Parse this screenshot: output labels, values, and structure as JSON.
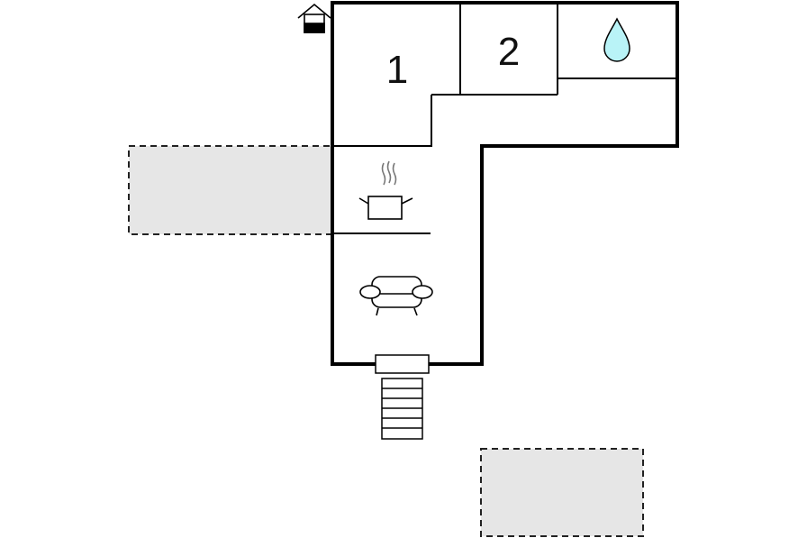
{
  "floorplan": {
    "rooms": [
      {
        "id": "bedroom-1",
        "label": "1"
      },
      {
        "id": "bedroom-2",
        "label": "2"
      },
      {
        "id": "bathroom",
        "icon": "water-drop-icon"
      },
      {
        "id": "kitchen",
        "icon": "cooking-pot-icon"
      },
      {
        "id": "living-room",
        "icon": "sofa-icon"
      }
    ],
    "symbols": {
      "house_icon": "house-icon",
      "entrance_stairs": "stairs-icon"
    },
    "outdoor_areas": [
      {
        "id": "terrace-left",
        "style": "dashed"
      },
      {
        "id": "terrace-bottom",
        "style": "dashed"
      }
    ],
    "colors": {
      "wall": "#000000",
      "terrace_fill": "#e6e6e6",
      "water": "#b9f3f7"
    }
  }
}
